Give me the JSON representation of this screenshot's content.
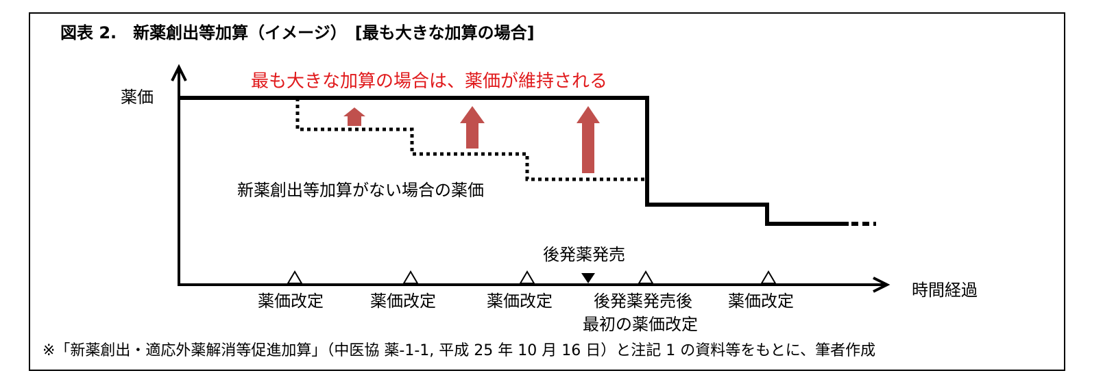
{
  "title": "図表 2.　新薬創出等加算（イメージ）　[最も大きな加算の場合]",
  "y_axis_label": "薬価",
  "x_axis_label": "時間経過",
  "caption_max_addition": "最も大きな加算の場合は、薬価が維持される",
  "caption_no_addition": "新薬創出等加算がない場合の薬価",
  "generic_launch_label": "後発薬発売",
  "ticks": [
    {
      "label": "薬価改定"
    },
    {
      "label": "薬価改定"
    },
    {
      "label": "薬価改定"
    },
    {
      "label": "後発薬発売後",
      "label2": "最初の薬価改定"
    },
    {
      "label": "薬価改定"
    }
  ],
  "note": "※「新薬創出・適応外薬解消等促進加算」（中医協 薬-1-1, 平成 25 年 10 月 16 日）と注記 1 の資料等をもとに、筆者作成",
  "colors": {
    "caption_red": "#e0191b",
    "arrow_fill": "#c0504d",
    "line": "#000000"
  }
}
